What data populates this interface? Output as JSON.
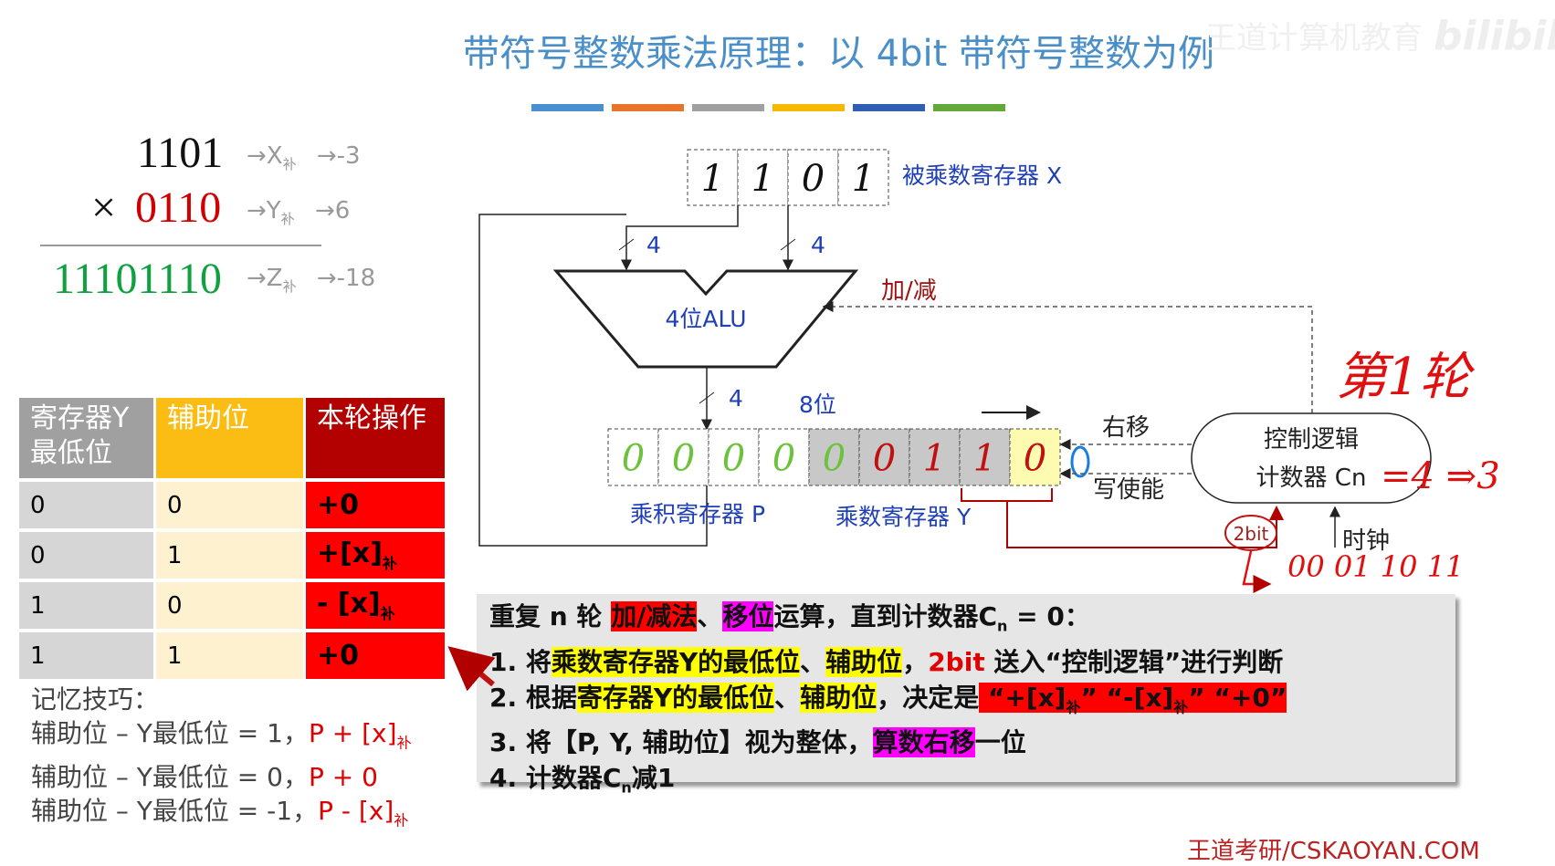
{
  "title": "带符号整数乘法原理：以 4bit 带符号整数为例",
  "watermark": "王道计算机教育",
  "bilibili_logo": "bilibili",
  "title_bar_colors": [
    "#4a8fd0",
    "#e8742a",
    "#a0a0a0",
    "#f6b800",
    "#2f5fb5",
    "#62a83a"
  ],
  "math": {
    "x": "1101",
    "x_label": "→X",
    "x_sub": "补",
    "x_val": "→-3",
    "times": "×",
    "y": "0110",
    "y_label": "→Y",
    "y_sub": "补",
    "y_val": "→6",
    "z": "11101110",
    "z_label": "→Z",
    "z_sub": "补",
    "z_val": "→-18"
  },
  "table": {
    "headers": [
      "寄存器Y最低位",
      "辅助位",
      "本轮操作"
    ],
    "rows": [
      {
        "y": "0",
        "aux": "0",
        "op": "+0",
        "sub": ""
      },
      {
        "y": "0",
        "aux": "1",
        "op": "+[x]",
        "sub": "补"
      },
      {
        "y": "1",
        "aux": "0",
        "op": "- [x]",
        "sub": "补"
      },
      {
        "y": "1",
        "aux": "1",
        "op": "+0",
        "sub": ""
      }
    ]
  },
  "mnemonic": {
    "title": "记忆技巧：",
    "lines": [
      {
        "text": "辅助位 – Y最低位 =  1，",
        "result": "P + [x]",
        "sub": "补"
      },
      {
        "text": "辅助位 – Y最低位 =  0，",
        "result": "P + 0",
        "sub": ""
      },
      {
        "text": "辅助位 – Y最低位 = -1，",
        "result": "P - [x]",
        "sub": "补"
      }
    ]
  },
  "steps": {
    "intro_a": "重复 n 轮 ",
    "intro_hl1": "加/减法",
    "intro_b": "、",
    "intro_hl2": "移位",
    "intro_c": "运算，直到计数器C",
    "intro_sub": "n",
    "intro_d": " = 0：",
    "s1_a": "1.  将",
    "s1_hl1": "乘数寄存器Y的最低位",
    "s1_b": "、",
    "s1_hl2": "辅助位",
    "s1_c": "，",
    "s1_red": "2bit",
    "s1_d": " 送入“控制逻辑”进行判断",
    "s2_a": "2. 根据",
    "s2_hl1": "寄存器Y的最低位",
    "s2_b": "、",
    "s2_hl2": "辅助位",
    "s2_c": "，决定是",
    "s2_o1": " “+[x]",
    "s2_o2": "” “-[x]",
    "s2_o3": "” “+0” ",
    "s2_sub": "补",
    "s3_a": "3. 将【P, Y, 辅助位】视为整体，",
    "s3_hl": "算数右移",
    "s3_b": "一位",
    "s4_a": "4. 计数器C",
    "s4_sub": "n",
    "s4_b": "减1"
  },
  "diagram": {
    "x_reg_bits": [
      "1",
      "1",
      "0",
      "1"
    ],
    "x_reg_label": "被乘数寄存器 X",
    "bus_width_left": "4",
    "bus_width_right": "4",
    "bus_width_out": "4",
    "alu_label": "4位ALU",
    "add_sub_label": "加/减",
    "eight_bit_label": "8位",
    "py_bits": [
      "0",
      "0",
      "0",
      "0",
      "0",
      "0",
      "1",
      "1",
      "0"
    ],
    "aux_bit": "0",
    "p_label": "乘积寄存器 P",
    "y_label": "乘数寄存器 Y",
    "shift_right": "右移",
    "write_enable": "写使能",
    "control_line1": "控制逻辑",
    "control_line2": "计数器 Cn",
    "counter_note": "=4 ⇒3",
    "clock": "时钟",
    "two_bit": "2bit",
    "round_note": "第1轮",
    "cases": "00   01   10   11"
  },
  "footer": "王道考研/CSKAOYAN.COM"
}
